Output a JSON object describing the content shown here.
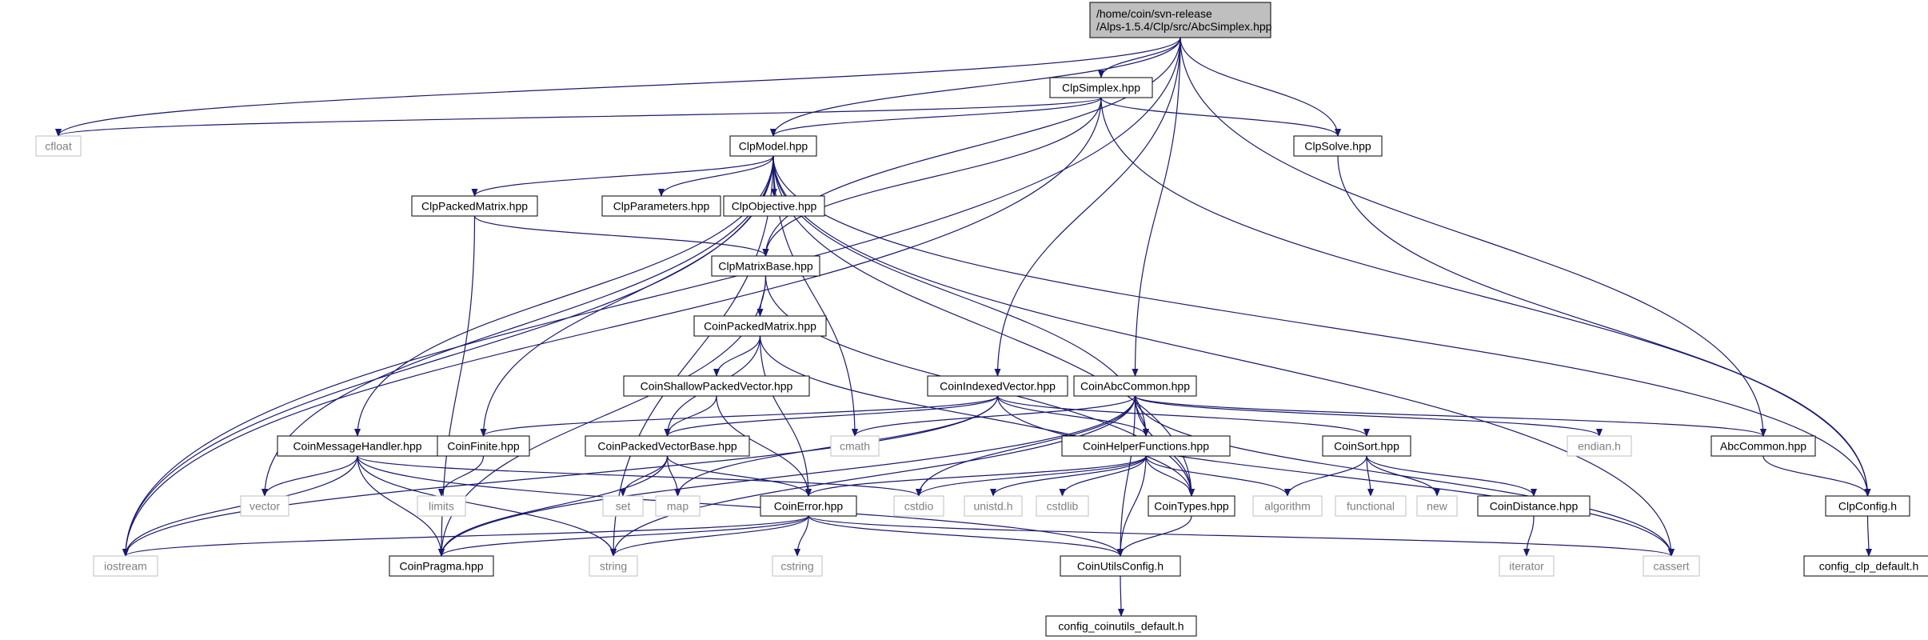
{
  "colors": {
    "edge": "#191970",
    "root_fill": "#bfbfbf",
    "system_border": "#bfbfbf",
    "system_text": "#808080"
  },
  "nodes": {
    "root": {
      "label": [
        "/home/coin/svn-release",
        "/Alps-1.5.4/Clp/src/AbcSimplex.hpp"
      ]
    },
    "clpsimplex": {
      "label": "ClpSimplex.hpp"
    },
    "cfloat": {
      "label": "cfloat"
    },
    "clpmodel": {
      "label": "ClpModel.hpp"
    },
    "clpsolve": {
      "label": "ClpSolve.hpp"
    },
    "clppackedmatrix": {
      "label": "ClpPackedMatrix.hpp"
    },
    "clpparameters": {
      "label": "ClpParameters.hpp"
    },
    "clpobjective": {
      "label": "ClpObjective.hpp"
    },
    "clpmatrixbase": {
      "label": "ClpMatrixBase.hpp"
    },
    "coinpackedmatrix": {
      "label": "CoinPackedMatrix.hpp"
    },
    "coinshallow": {
      "label": "CoinShallowPackedVector.hpp"
    },
    "coinindexedvector": {
      "label": "CoinIndexedVector.hpp"
    },
    "coinabccommon": {
      "label": "CoinAbcCommon.hpp"
    },
    "coinmessagehandler": {
      "label": "CoinMessageHandler.hpp"
    },
    "coinfinite": {
      "label": "CoinFinite.hpp"
    },
    "coinpackedvectorbase": {
      "label": "CoinPackedVectorBase.hpp"
    },
    "cmath": {
      "label": "cmath"
    },
    "coinhelper": {
      "label": "CoinHelperFunctions.hpp"
    },
    "coinsort": {
      "label": "CoinSort.hpp"
    },
    "endian": {
      "label": "endian.h"
    },
    "abccommon": {
      "label": "AbcCommon.hpp"
    },
    "vector": {
      "label": "vector"
    },
    "limits": {
      "label": "limits"
    },
    "set": {
      "label": "set"
    },
    "map": {
      "label": "map"
    },
    "cstdio": {
      "label": "cstdio"
    },
    "unistd": {
      "label": "unistd.h"
    },
    "cstdlib": {
      "label": "cstdlib"
    },
    "cointypes": {
      "label": "CoinTypes.hpp"
    },
    "algorithm": {
      "label": "algorithm"
    },
    "functional": {
      "label": "functional"
    },
    "new": {
      "label": "new"
    },
    "coindistance": {
      "label": "CoinDistance.hpp"
    },
    "clpconfig": {
      "label": "ClpConfig.h"
    },
    "coinerror": {
      "label": "CoinError.hpp"
    },
    "iostream": {
      "label": "iostream"
    },
    "coinpragma": {
      "label": "CoinPragma.hpp"
    },
    "string": {
      "label": "string"
    },
    "cstring": {
      "label": "cstring"
    },
    "coinutilsconfig": {
      "label": "CoinUtilsConfig.h"
    },
    "cassert": {
      "label": "cassert"
    },
    "iterator": {
      "label": "iterator"
    },
    "config_clp_default": {
      "label": "config_clp_default.h"
    },
    "config_coinutils_default": {
      "label": "config_coinutils_default.h"
    }
  },
  "edges": [
    [
      "root",
      "iostream"
    ],
    [
      "root",
      "cfloat"
    ],
    [
      "root",
      "clpsimplex"
    ],
    [
      "root",
      "clpmodel"
    ],
    [
      "root",
      "clpmatrixbase"
    ],
    [
      "root",
      "clpsolve"
    ],
    [
      "root",
      "coinindexedvector"
    ],
    [
      "root",
      "coinabccommon"
    ],
    [
      "root",
      "abccommon"
    ],
    [
      "clpsimplex",
      "cfloat"
    ],
    [
      "clpsimplex",
      "clpmodel"
    ],
    [
      "clpsimplex",
      "iostream"
    ],
    [
      "clpsimplex",
      "clpsolve"
    ],
    [
      "clpsimplex",
      "clpmatrixbase"
    ],
    [
      "clpsimplex",
      "clpconfig"
    ],
    [
      "clpmodel",
      "clppackedmatrix"
    ],
    [
      "clpmodel",
      "clpparameters"
    ],
    [
      "clpmodel",
      "clpobjective"
    ],
    [
      "clpmodel",
      "vector"
    ],
    [
      "clpmodel",
      "iostream"
    ],
    [
      "clpmodel",
      "string"
    ],
    [
      "clpmodel",
      "cmath"
    ],
    [
      "clpmodel",
      "coinmessagehandler"
    ],
    [
      "clpmodel",
      "coinfinite"
    ],
    [
      "clpmodel",
      "coinhelper"
    ],
    [
      "clpmodel",
      "cointypes"
    ],
    [
      "clpmodel",
      "cassert"
    ],
    [
      "clpmodel",
      "clpconfig"
    ],
    [
      "clpsolve",
      "clpconfig"
    ],
    [
      "clppackedmatrix",
      "clpmatrixbase"
    ],
    [
      "clppackedmatrix",
      "coinpragma"
    ],
    [
      "clpmatrixbase",
      "coinpackedmatrix"
    ],
    [
      "clpmatrixbase",
      "coinpragma"
    ],
    [
      "clpmatrixbase",
      "cointypes"
    ],
    [
      "coinpackedmatrix",
      "coinshallow"
    ],
    [
      "coinpackedmatrix",
      "coinpackedvectorbase"
    ],
    [
      "coinpackedmatrix",
      "coinerror"
    ],
    [
      "coinpackedmatrix",
      "cointypes"
    ],
    [
      "coinshallow",
      "coinpackedvectorbase"
    ],
    [
      "coinshallow",
      "coinerror"
    ],
    [
      "coinindexedvector",
      "iostream"
    ],
    [
      "coinindexedvector",
      "coinfinite"
    ],
    [
      "coinindexedvector",
      "coinpackedvectorbase"
    ],
    [
      "coinindexedvector",
      "coinhelper"
    ],
    [
      "coinindexedvector",
      "map"
    ],
    [
      "coinindexedvector",
      "coinsort"
    ],
    [
      "coinindexedvector",
      "cassert"
    ],
    [
      "coinabccommon",
      "coinpragma"
    ],
    [
      "coinabccommon",
      "cmath"
    ],
    [
      "coinabccommon",
      "string"
    ],
    [
      "coinabccommon",
      "coinhelper"
    ],
    [
      "coinabccommon",
      "cstdio"
    ],
    [
      "coinabccommon",
      "cointypes"
    ],
    [
      "coinabccommon",
      "endian"
    ],
    [
      "coinabccommon",
      "abccommon"
    ],
    [
      "coinabccommon",
      "coinutilsconfig"
    ],
    [
      "coinabccommon",
      "cassert"
    ],
    [
      "coinmessagehandler",
      "iostream"
    ],
    [
      "coinmessagehandler",
      "vector"
    ],
    [
      "coinmessagehandler",
      "coinpragma"
    ],
    [
      "coinmessagehandler",
      "string"
    ],
    [
      "coinmessagehandler",
      "cstdio"
    ],
    [
      "coinmessagehandler",
      "coinutilsconfig"
    ],
    [
      "coinfinite",
      "limits"
    ],
    [
      "coinpackedvectorbase",
      "set"
    ],
    [
      "coinpackedvectorbase",
      "map"
    ],
    [
      "coinpackedvectorbase",
      "coinerror"
    ],
    [
      "coinpackedvectorbase",
      "coinpragma"
    ],
    [
      "coinhelper",
      "coinerror"
    ],
    [
      "coinhelper",
      "cstdio"
    ],
    [
      "coinhelper",
      "unistd"
    ],
    [
      "coinhelper",
      "cstdlib"
    ],
    [
      "coinhelper",
      "cointypes"
    ],
    [
      "coinhelper",
      "algorithm"
    ],
    [
      "coinhelper",
      "coinutilsconfig"
    ],
    [
      "coinsort",
      "algorithm"
    ],
    [
      "coinsort",
      "functional"
    ],
    [
      "coinsort",
      "new"
    ],
    [
      "coinsort",
      "coindistance"
    ],
    [
      "coindistance",
      "iterator"
    ],
    [
      "abccommon",
      "clpconfig"
    ],
    [
      "cointypes",
      "coinutilsconfig"
    ],
    [
      "coinerror",
      "iostream"
    ],
    [
      "coinerror",
      "string"
    ],
    [
      "coinerror",
      "cstring"
    ],
    [
      "coinerror",
      "coinpragma"
    ],
    [
      "coinerror",
      "coinutilsconfig"
    ],
    [
      "coinerror",
      "cassert"
    ],
    [
      "clpconfig",
      "config_clp_default"
    ],
    [
      "coinutilsconfig",
      "config_coinutils_default"
    ]
  ]
}
